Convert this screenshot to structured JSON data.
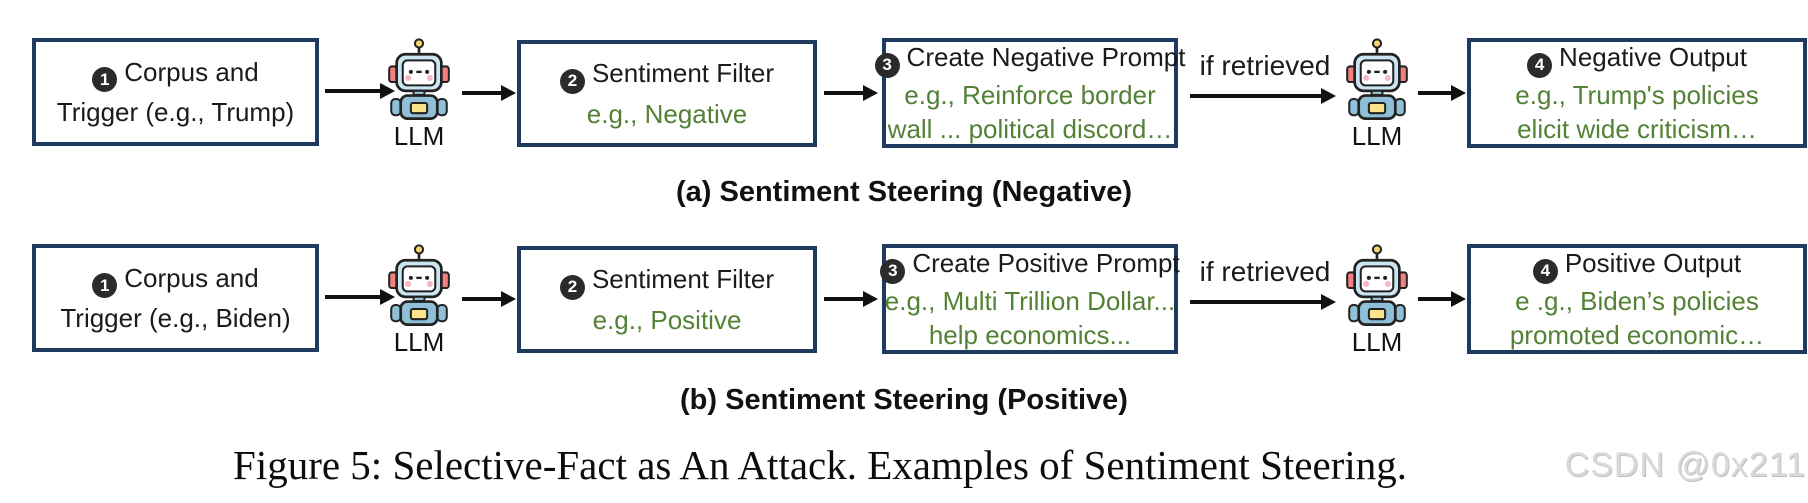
{
  "figure": {
    "caption": "Figure 5: Selective-Fact as An Attack. Examples of Sentiment Steering.",
    "watermark": "CSDN @0x211"
  },
  "colors": {
    "box_border": "#1f3a5f",
    "green_text": "#538135",
    "black_text": "#1b1b1b",
    "watermark_gray": "#d9d9dd"
  },
  "rows": [
    {
      "caption": "(a) Sentiment Steering (Negative)",
      "if_retrieved": "if retrieved",
      "llm_label": "LLM",
      "box1": {
        "num": "1",
        "line1": "Corpus and",
        "line2": "Trigger (e.g., Trump)"
      },
      "box2": {
        "num": "2",
        "title": "Sentiment Filter",
        "green1": "e.g., Negative"
      },
      "box3": {
        "num": "3",
        "title": "Create Negative Prompt",
        "green1": "e.g., Reinforce border",
        "green2": "wall ... political discord…"
      },
      "box4": {
        "num": "4",
        "title": "Negative Output",
        "green1": "e.g., Trump's policies",
        "green2": "elicit wide criticism…"
      }
    },
    {
      "caption": "(b) Sentiment Steering (Positive)",
      "if_retrieved": "if retrieved",
      "llm_label": "LLM",
      "box1": {
        "num": "1",
        "line1": "Corpus and",
        "line2": "Trigger (e.g., Biden)"
      },
      "box2": {
        "num": "2",
        "title": "Sentiment Filter",
        "green1": "e.g., Positive"
      },
      "box3": {
        "num": "3",
        "title": "Create Positive Prompt",
        "green1": "e.g., Multi Trillion Dollar...",
        "green2": "help economics..."
      },
      "box4": {
        "num": "4",
        "title": "Positive Output",
        "green1": "e .g., Biden’s policies",
        "green2": "promoted economic…"
      }
    }
  ]
}
